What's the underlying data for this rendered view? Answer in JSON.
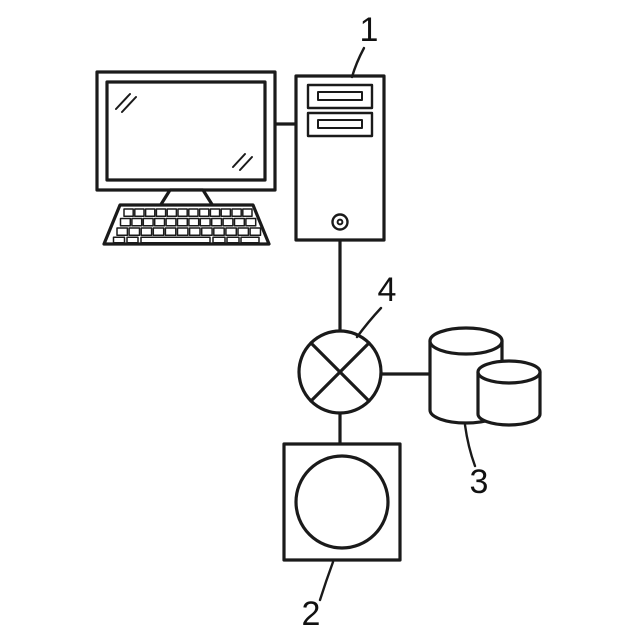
{
  "diagram": {
    "type": "patent-style schematic",
    "labels": {
      "computer": "1",
      "device": "2",
      "database": "3",
      "network_node": "4"
    },
    "colors": {
      "stroke": "#1a1a1a",
      "background": "#ffffff"
    }
  }
}
